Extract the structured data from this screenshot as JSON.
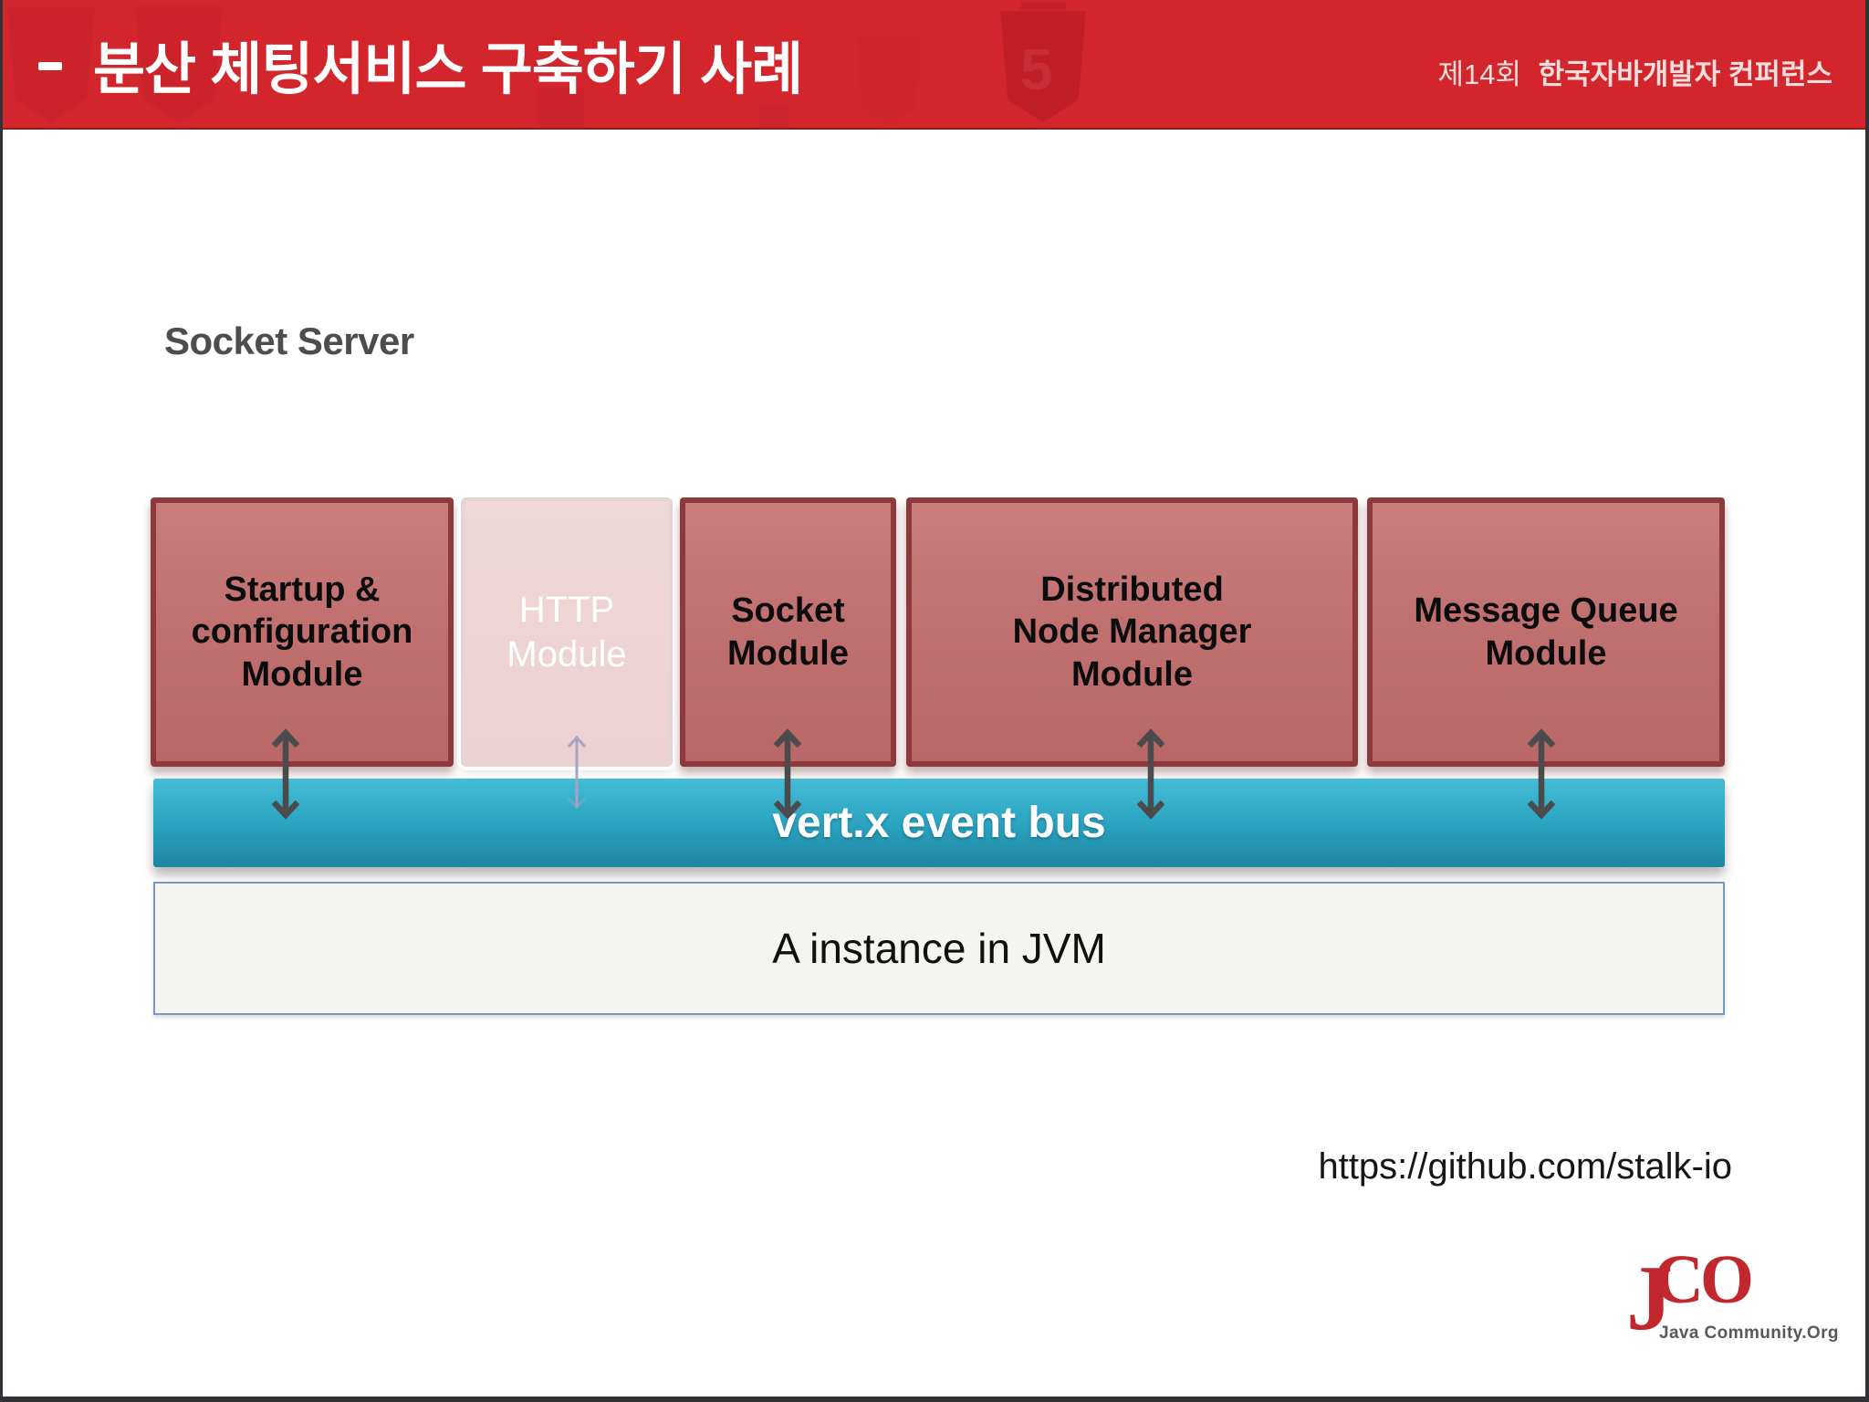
{
  "header": {
    "dash": "-",
    "title": "분산 체팅서비스 구축하기 사례",
    "conference_prefix": "제14회",
    "conference_name": "한국자바개발자 컨퍼런스",
    "watermark": "html5-logo"
  },
  "diagram": {
    "section_title": "Socket Server",
    "modules": [
      {
        "id": "startup-configuration-module",
        "faded": false,
        "lines": [
          "Startup &",
          "configuration",
          "Module"
        ]
      },
      {
        "id": "http-module",
        "faded": true,
        "lines": [
          "HTTP",
          "Module"
        ]
      },
      {
        "id": "socket-module",
        "faded": false,
        "lines": [
          "Socket",
          "Module"
        ]
      },
      {
        "id": "distributed-node-manager-module",
        "faded": false,
        "lines": [
          "Distributed",
          "Node Manager",
          "Module"
        ]
      },
      {
        "id": "message-queue-module",
        "faded": false,
        "lines": [
          "Message Queue",
          "Module"
        ]
      }
    ],
    "bus_label": "vert.x event bus",
    "jvm_label": "A instance in JVM",
    "colors": {
      "header_bg": "#d2262c",
      "header_watermark": "#bc1f25",
      "module_fill": "#c17070",
      "module_border": "#8e393b",
      "module_faded_fill": "#ecd1d2",
      "module_faded_border": "#e5d3d5",
      "bus_top": "#45bdd7",
      "bus_bottom": "#1d86a1",
      "jvm_fill": "#f4f4f1",
      "jvm_border": "#7a99b8",
      "arrow": "#4b4b4d",
      "arrow_faded": "#a7a2c2",
      "title_gray": "#4d4d4f"
    }
  },
  "footer": {
    "link": "https://github.com/stalk-io",
    "logo_j": "J",
    "logo_co": "CO",
    "logo_caption": "Java Community.Org",
    "logo_red": "#c1272d",
    "logo_caption_gray": "#58595b"
  }
}
